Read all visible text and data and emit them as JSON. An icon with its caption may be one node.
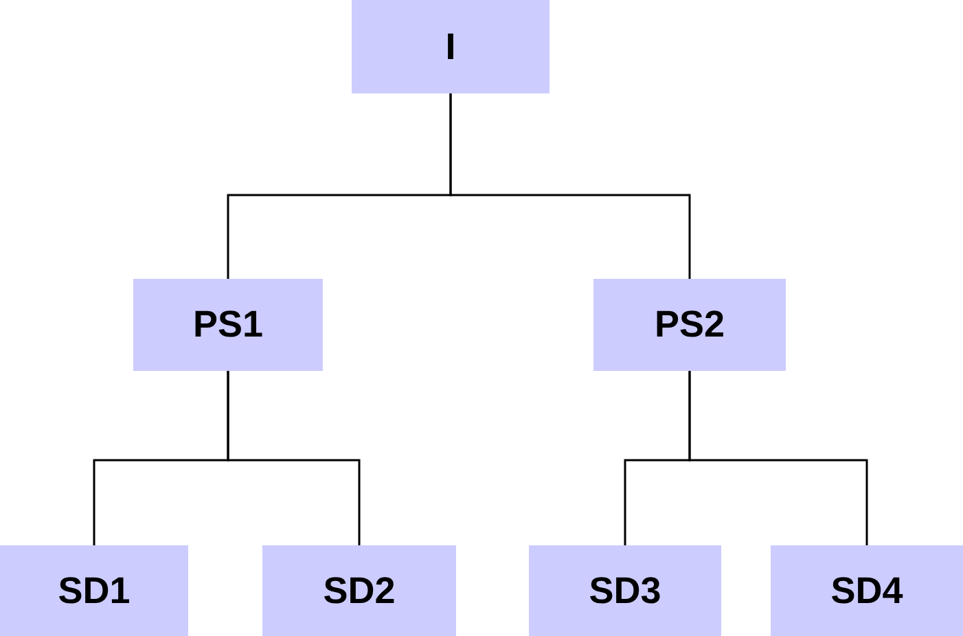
{
  "diagram": {
    "nodes": [
      {
        "text": [
          "I"
        ]
      },
      {
        "text": [
          "PS1"
        ]
      },
      {
        "text": [
          "PS2"
        ]
      },
      {
        "text": [
          "SD1"
        ]
      },
      {
        "text": [
          "SD2"
        ]
      },
      {
        "text": [
          "SD3"
        ]
      },
      {
        "text": [
          "SD4"
        ]
      }
    ],
    "edges": [
      {
        "from": 0,
        "to": 1,
        "arrow": "none"
      },
      {
        "from": 0,
        "to": 2,
        "arrow": "none"
      },
      {
        "from": 1,
        "to": 3,
        "arrow": "none"
      },
      {
        "from": 1,
        "to": 4,
        "arrow": "none"
      },
      {
        "from": 2,
        "to": 5,
        "arrow": "none"
      },
      {
        "from": 2,
        "to": 6,
        "arrow": "none"
      }
    ]
  }
}
